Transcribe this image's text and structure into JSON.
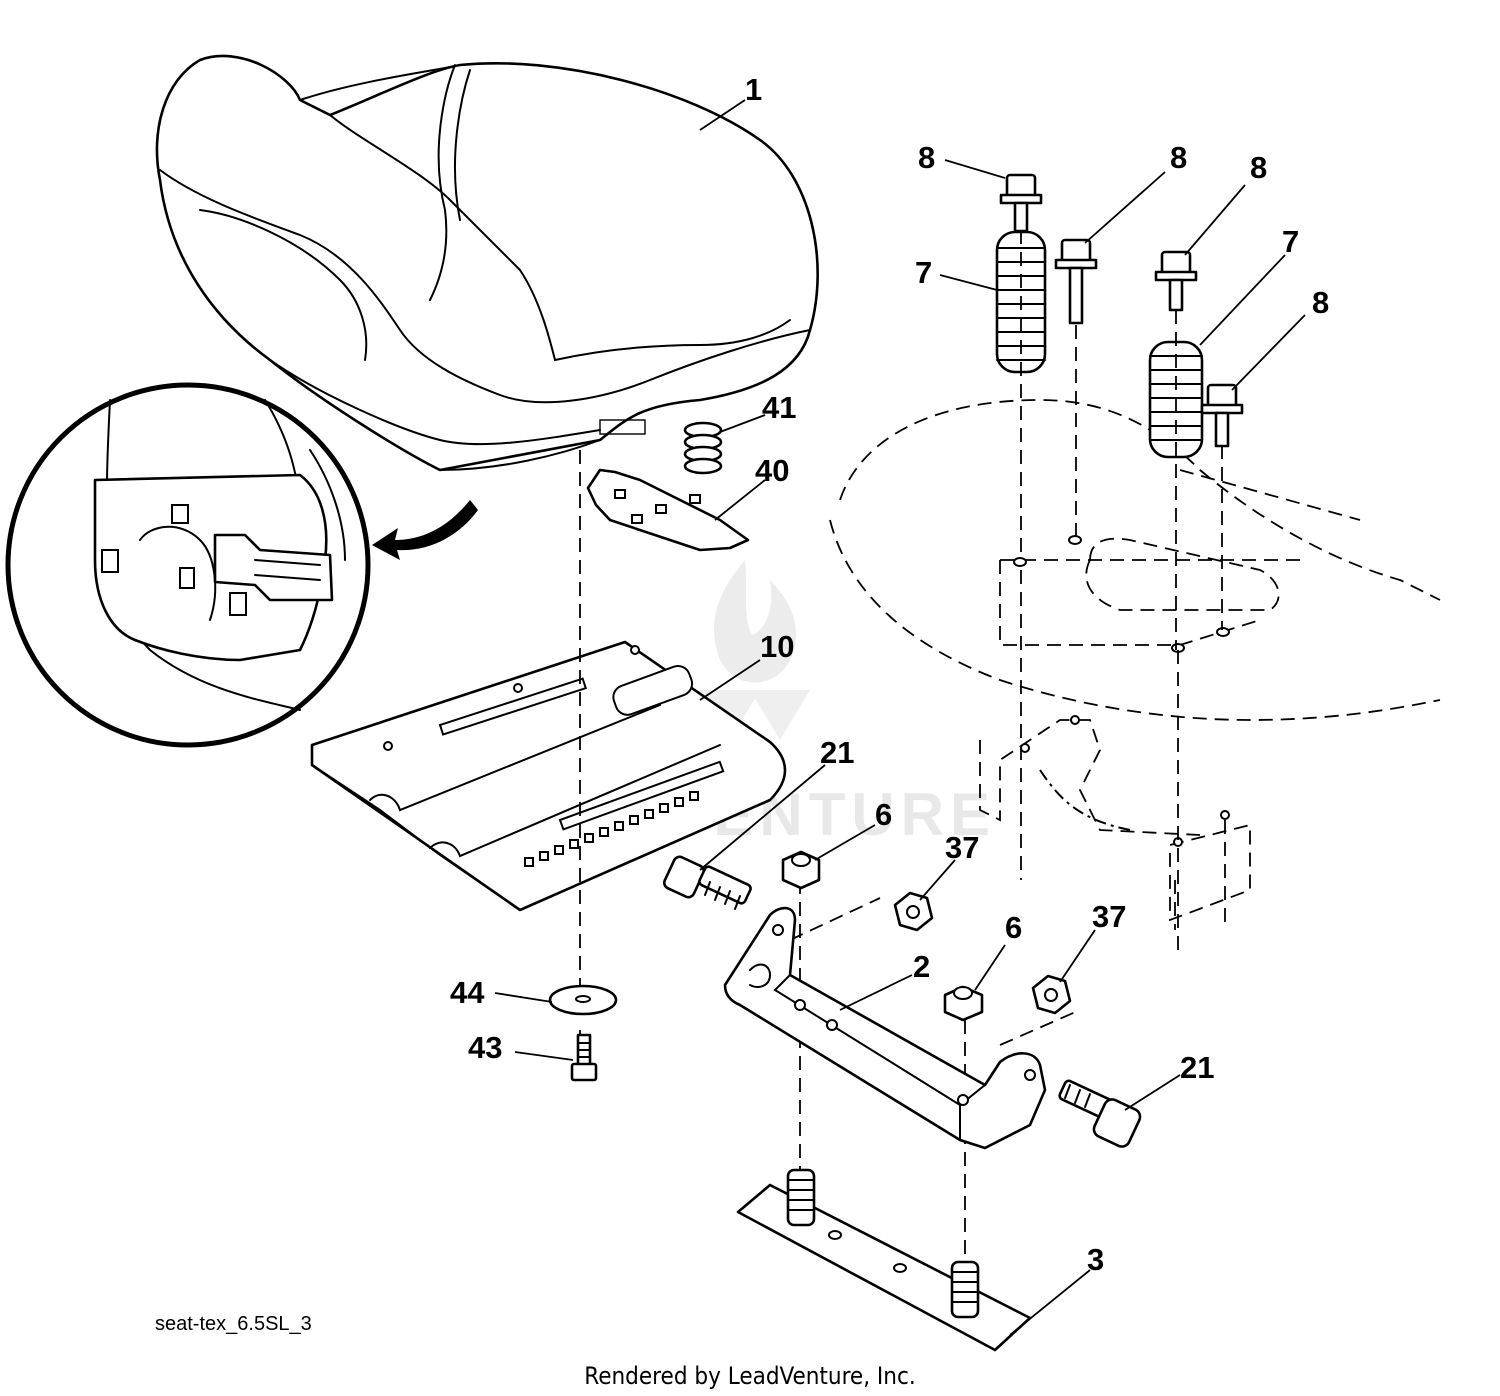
{
  "callouts": [
    "1",
    "8",
    "8",
    "8",
    "7",
    "7",
    "8",
    "41",
    "40",
    "10",
    "21",
    "6",
    "37",
    "6",
    "37",
    "2",
    "21",
    "44",
    "43",
    "3"
  ],
  "drawing_code": "seat-tex_6.5SL_3",
  "watermark": "LEADVENTURE",
  "footer": "Rendered by LeadVenture, Inc.",
  "colors": {
    "ink": "#000000",
    "paper": "#ffffff",
    "watermark": "#e8e8e8"
  }
}
